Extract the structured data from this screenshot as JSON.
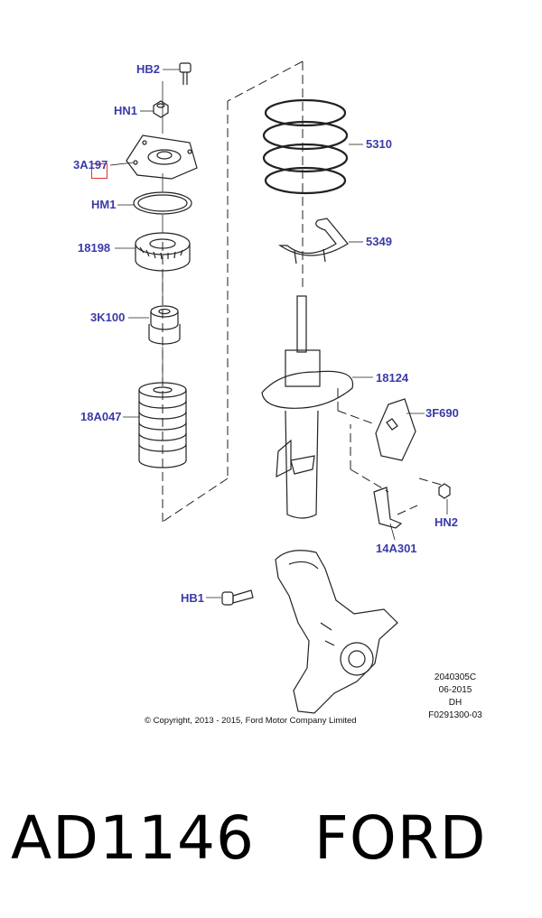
{
  "diagram": {
    "callouts": {
      "hb2": "HB2",
      "hn1": "HN1",
      "a3_197": "3A197",
      "hm1": "HM1",
      "p18198": "18198",
      "k3_100": "3K100",
      "a18_047": "18A047",
      "p5310": "5310",
      "p5349": "5349",
      "p18124": "18124",
      "f3_690": "3F690",
      "hn2": "HN2",
      "a14_301": "14A301",
      "hb1": "HB1"
    },
    "meta": {
      "line1": "2040305C",
      "line2": "06-2015",
      "line3": "DH",
      "line4": "F0291300-03"
    },
    "copyright": "© Copyright, 2013 - 2015, Ford Motor Company Limited"
  },
  "caption": {
    "part_number": "AD1146",
    "brand": "FORD"
  },
  "colors": {
    "callout": "#3a3aa8",
    "marker": "#e03030"
  }
}
